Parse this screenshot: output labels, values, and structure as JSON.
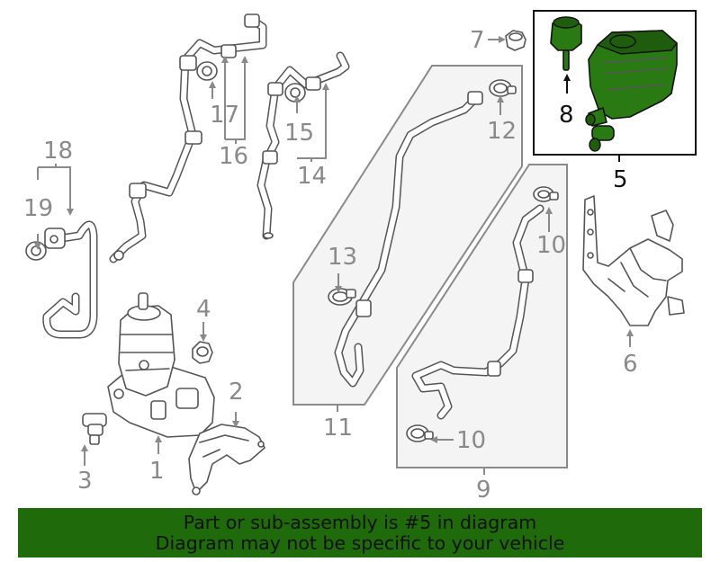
{
  "colors": {
    "highlight": "#2a7a14",
    "banner": "#1f6a0a",
    "line": "#555555",
    "label": "#8a8a8a",
    "panel": "#f4f4f4"
  },
  "callouts": {
    "c1": "1",
    "c2": "2",
    "c3": "3",
    "c4": "4",
    "c5": "5",
    "c6": "6",
    "c7": "7",
    "c8": "8",
    "c9": "9",
    "c10a": "10",
    "c10b": "10",
    "c11": "11",
    "c12": "12",
    "c13": "13",
    "c14": "14",
    "c15": "15",
    "c16": "16",
    "c17": "17",
    "c18": "18",
    "c19": "19"
  },
  "banner": {
    "line1": "Part or sub-assembly is #5 in diagram",
    "line2": "Diagram may not be specific to your vehicle"
  }
}
